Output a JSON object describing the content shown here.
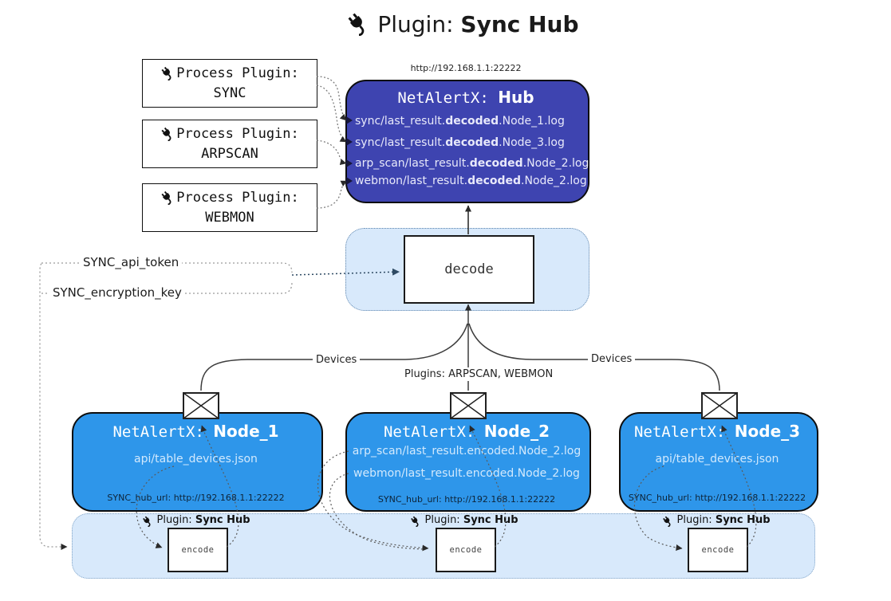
{
  "title": {
    "label": "Plugin:",
    "name": "Sync Hub"
  },
  "process_plugins": {
    "label": "Process Plugin:",
    "items": [
      {
        "name": "SYNC"
      },
      {
        "name": "ARPSCAN"
      },
      {
        "name": "WEBMON"
      }
    ]
  },
  "hub": {
    "url": "http://192.168.1.1:22222",
    "prefix": "NetAlertX:",
    "name": "Hub",
    "logs": [
      {
        "pre": "sync/last_result.",
        "bold": "decoded",
        "post": ".Node_1.log"
      },
      {
        "pre": "sync/last_result.",
        "bold": "decoded",
        "post": ".Node_3.log"
      },
      {
        "pre": "arp_scan/last_result.",
        "bold": "decoded",
        "post": ".Node_2.log"
      },
      {
        "pre": "webmon/last_result.",
        "bold": "decoded",
        "post": ".Node_2.log"
      }
    ]
  },
  "decode": {
    "label": "decode"
  },
  "connector_labels": {
    "api_token": "SYNC_api_token",
    "encryption_key": "SYNC_encryption_key",
    "devices_left": "Devices",
    "devices_right": "Devices",
    "plugins_mid": "Plugins: ARPSCAN, WEBMON"
  },
  "nodes": [
    {
      "prefix": "NetAlertX:",
      "name": "Node_1",
      "files": [
        "api/table_devices.json"
      ],
      "hub_url": "SYNC_hub_url: http://192.168.1.1:22222"
    },
    {
      "prefix": "NetAlertX:",
      "name": "Node_2",
      "files": [
        "arp_scan/last_result.encoded.Node_2.log",
        "webmon/last_result.encoded.Node_2.log"
      ],
      "hub_url": "SYNC_hub_url: http://192.168.1.1:22222"
    },
    {
      "prefix": "NetAlertX:",
      "name": "Node_3",
      "files": [
        "api/table_devices.json"
      ],
      "hub_url": "SYNC_hub_url: http://192.168.1.1:22222"
    }
  ],
  "encoder": {
    "label": "Plugin:",
    "name": "Sync Hub",
    "box": "encode"
  },
  "colors": {
    "hub": "#3e44b0",
    "node": "#2e96ea",
    "panel": "#d8e9fb",
    "line": "#3c3c3c",
    "dotted": "#9a9a9a",
    "accent_arrow": "#2e4a63"
  }
}
